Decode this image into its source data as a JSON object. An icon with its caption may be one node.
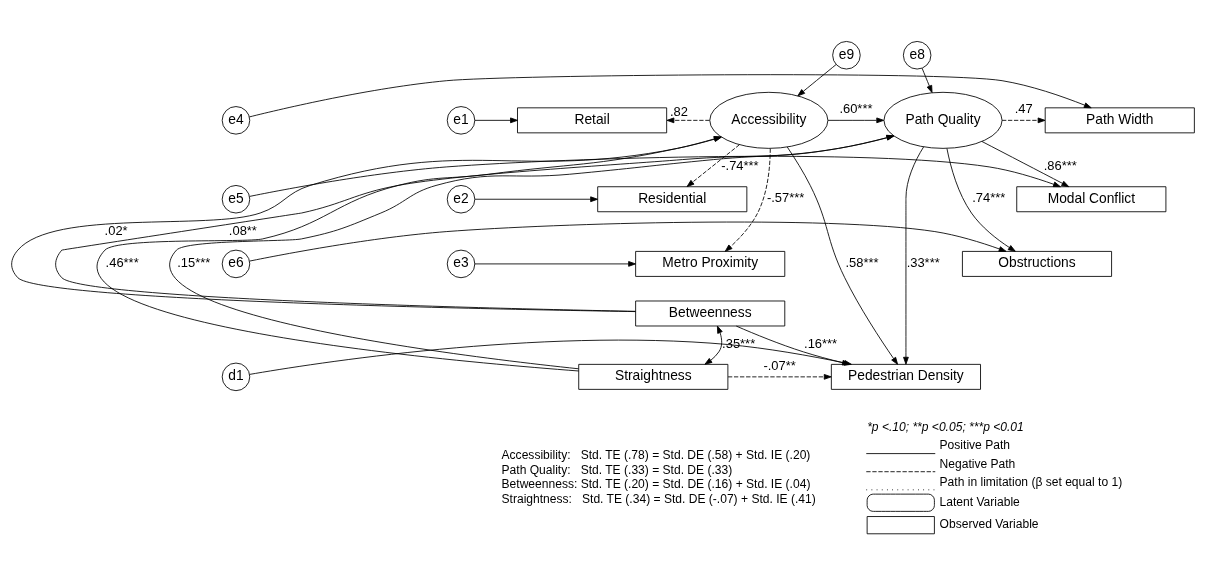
{
  "diagram": {
    "nodes": [
      {
        "text": [
          "e9"
        ]
      },
      {
        "text": [
          "e8"
        ]
      },
      {
        "text": [
          "e1"
        ]
      },
      {
        "text": [
          "Retail"
        ]
      },
      {
        "text": [
          "Accessibility"
        ]
      },
      {
        "text": [
          "Path Quality"
        ]
      },
      {
        "text": [
          "Path Width"
        ]
      },
      {
        "text": [
          "e4"
        ]
      },
      {
        "text": [
          "e2"
        ]
      },
      {
        "text": [
          "Residential"
        ]
      },
      {
        "text": [
          "Modal Conflict"
        ]
      },
      {
        "text": [
          "e5"
        ]
      },
      {
        "text": [
          "e3"
        ]
      },
      {
        "text": [
          "Metro Proximity"
        ]
      },
      {
        "text": [
          "Obstructions"
        ]
      },
      {
        "text": [
          "e6"
        ]
      },
      {
        "text": [
          "Betweenness"
        ]
      },
      {
        "text": [
          "Straightness"
        ]
      },
      {
        "text": [
          "Pedestrian Density"
        ]
      },
      {
        "text": [
          "d1"
        ]
      }
    ],
    "edges": [
      {
        "from": 0,
        "to": 4,
        "arrow": "to"
      },
      {
        "from": 1,
        "to": 5,
        "arrow": "to"
      },
      {
        "from": 2,
        "to": 3,
        "arrow": "to"
      },
      {
        "from": 8,
        "to": 9,
        "arrow": "to"
      },
      {
        "from": 12,
        "to": 13,
        "arrow": "to"
      },
      {
        "from": 7,
        "to": 6,
        "arrow": "to"
      },
      {
        "from": 11,
        "to": 10,
        "arrow": "to"
      },
      {
        "from": 15,
        "to": 14,
        "arrow": "to"
      },
      {
        "from": 19,
        "to": 18,
        "arrow": "to"
      },
      {
        "from": 4,
        "to": 3,
        "arrow": "to",
        "label": ".82",
        "style": "dashed"
      },
      {
        "from": 4,
        "to": 9,
        "arrow": "to",
        "label": "-.74***",
        "style": "dashed"
      },
      {
        "from": 4,
        "to": 13,
        "arrow": "to",
        "label": "-.57***",
        "style": "dashed"
      },
      {
        "from": 4,
        "to": 5,
        "arrow": "to",
        "label": ".60***"
      },
      {
        "from": 4,
        "to": 18,
        "arrow": "to",
        "label": ".58***"
      },
      {
        "from": 5,
        "to": 18,
        "arrow": "to",
        "label": ".33***"
      },
      {
        "from": 5,
        "to": 6,
        "arrow": "to",
        "label": ".47",
        "style": "dashed"
      },
      {
        "from": 5,
        "to": 10,
        "arrow": "to",
        "label": ".86***"
      },
      {
        "from": 5,
        "to": 14,
        "arrow": "to",
        "label": ".74***"
      },
      {
        "from": 16,
        "to": 4,
        "arrow": "to",
        "label": ".02*"
      },
      {
        "from": 17,
        "to": 4,
        "arrow": "to",
        "label": ".46***"
      },
      {
        "from": 16,
        "to": 5,
        "arrow": "to",
        "label": ".08**"
      },
      {
        "from": 17,
        "to": 5,
        "arrow": "to",
        "label": ".15***"
      },
      {
        "from": 16,
        "to": 18,
        "arrow": "to",
        "label": ".16***"
      },
      {
        "from": 17,
        "to": 18,
        "arrow": "to",
        "label": "-.07**",
        "style": "dashed"
      },
      {
        "from": 16,
        "to": 17,
        "arrow": "both",
        "label": ".35***"
      }
    ],
    "labels": [
      "*p <.10; **p <0.05; ***p <0.01",
      "Accessibility:   Std. TE (.78) = Std. DE (.58) + Std. IE (.20)",
      "Path Quality:   Std. TE (.33) = Std. DE (.33)",
      "Betweenness: Std. TE (.20) = Std. DE (.16) + Std. IE (.04)",
      "Straightness:   Std. TE (.34) = Std. DE (-.07) + Std. IE (.41)"
    ],
    "legend": [
      {
        "text": "Positive Path"
      },
      {
        "text": "Negative Path"
      },
      {
        "text": "Path in limitation (β set equal to 1)"
      },
      {
        "text": "Latent Variable"
      },
      {
        "text": "Observed Variable"
      }
    ]
  }
}
